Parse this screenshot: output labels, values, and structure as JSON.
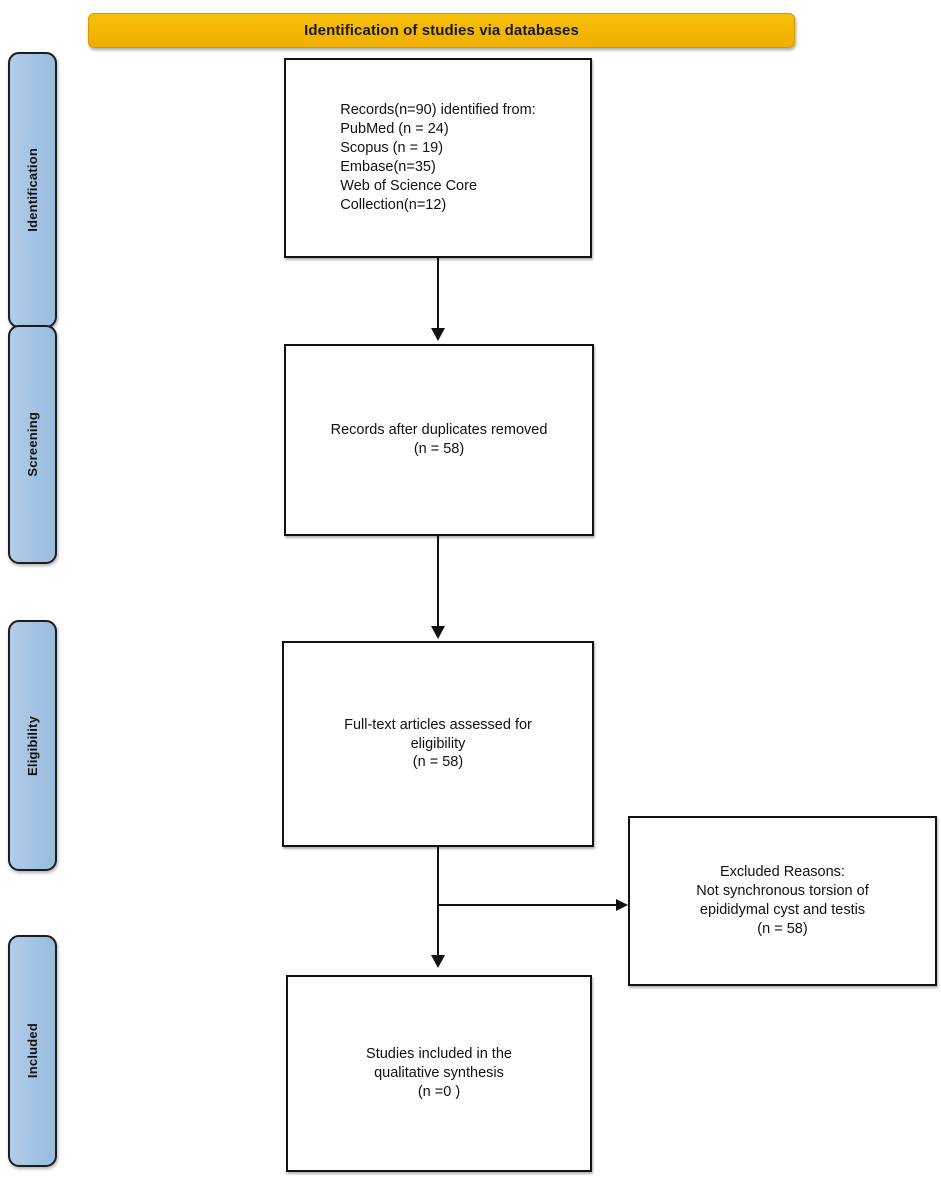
{
  "banner": {
    "title": "Identification of studies via databases",
    "color": "#f5b301"
  },
  "stages": [
    {
      "label": "Identification"
    },
    {
      "label": "Screening"
    },
    {
      "label": "Eligibility"
    },
    {
      "label": "Included"
    }
  ],
  "boxes": {
    "identified": {
      "text": "Records(n=90) identified from:\n    PubMed (n = 24)\n    Scopus (n = 19)\n    Embase(n=35)\n    Web of Science Core\n    Collection(n=12)"
    },
    "duplicates_removed": {
      "text": "Records after duplicates removed\n(n = 58)"
    },
    "fulltext_assessed": {
      "text": "Full-text articles assessed for\neligibility\n(n = 58)"
    },
    "excluded": {
      "text": "Excluded Reasons:\nNot synchronous torsion of\nepididymal cyst and testis\n(n = 58)"
    },
    "included": {
      "text": "Studies included in the\nqualitative synthesis\n(n =0 )"
    }
  },
  "theme": {
    "stage_fill": "#a3c2e3",
    "box_border": "#121212",
    "line_color": "#111111"
  }
}
